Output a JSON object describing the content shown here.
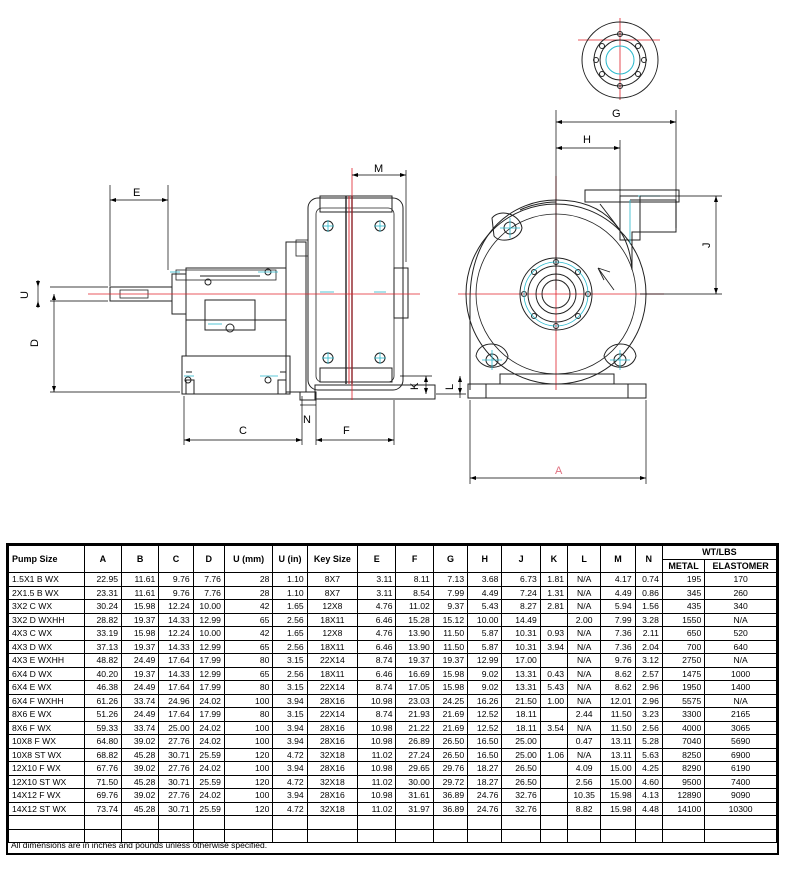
{
  "drawing": {
    "dim_labels": {
      "E": "E",
      "U": "U",
      "D": "D",
      "C": "C",
      "N": "N",
      "F": "F",
      "M": "M",
      "K": "K",
      "L": "L",
      "G": "G",
      "H": "H",
      "J": "J",
      "A": "A"
    },
    "colors": {
      "line": "#222222",
      "center": "#e0202a",
      "accent": "#27b8cc",
      "dim": "#000000",
      "a_label": "#e07080"
    }
  },
  "table": {
    "headers": [
      "Pump Size",
      "A",
      "B",
      "C",
      "D",
      "U (mm)",
      "U (in)",
      "Key Size",
      "E",
      "F",
      "G",
      "H",
      "J",
      "K",
      "L",
      "M",
      "N",
      "WT/LBS"
    ],
    "sub_headers": {
      "metal": "METAL",
      "elastomer": "ELASTOMER"
    },
    "rows": [
      [
        "1.5X1 B WX",
        "22.95",
        "11.61",
        "9.76",
        "7.76",
        "28",
        "1.10",
        "8X7",
        "3.11",
        "8.11",
        "7.13",
        "3.68",
        "6.73",
        "1.81",
        "N/A",
        "4.17",
        "0.74",
        "195",
        "170"
      ],
      [
        "2X1.5 B WX",
        "23.31",
        "11.61",
        "9.76",
        "7.76",
        "28",
        "1.10",
        "8X7",
        "3.11",
        "8.54",
        "7.99",
        "4.49",
        "7.24",
        "1.31",
        "N/A",
        "4.49",
        "0.86",
        "345",
        "260"
      ],
      [
        "3X2 C WX",
        "30.24",
        "15.98",
        "12.24",
        "10.00",
        "42",
        "1.65",
        "12X8",
        "4.76",
        "11.02",
        "9.37",
        "5.43",
        "8.27",
        "2.81",
        "N/A",
        "5.94",
        "1.56",
        "435",
        "340"
      ],
      [
        "3X2 D WXHH",
        "28.82",
        "19.37",
        "14.33",
        "12.99",
        "65",
        "2.56",
        "18X11",
        "6.46",
        "15.28",
        "15.12",
        "10.00",
        "14.49",
        "",
        "2.00",
        "7.99",
        "3.28",
        "1550",
        "N/A"
      ],
      [
        "4X3 C WX",
        "33.19",
        "15.98",
        "12.24",
        "10.00",
        "42",
        "1.65",
        "12X8",
        "4.76",
        "13.90",
        "11.50",
        "5.87",
        "10.31",
        "0.93",
        "N/A",
        "7.36",
        "2.11",
        "650",
        "520"
      ],
      [
        "4X3 D WX",
        "37.13",
        "19.37",
        "14.33",
        "12.99",
        "65",
        "2.56",
        "18X11",
        "6.46",
        "13.90",
        "11.50",
        "5.87",
        "10.31",
        "3.94",
        "N/A",
        "7.36",
        "2.04",
        "700",
        "640"
      ],
      [
        "4X3 E WXHH",
        "48.82",
        "24.49",
        "17.64",
        "17.99",
        "80",
        "3.15",
        "22X14",
        "8.74",
        "19.37",
        "19.37",
        "12.99",
        "17.00",
        "",
        "N/A",
        "9.76",
        "3.12",
        "2750",
        "N/A"
      ],
      [
        "6X4 D WX",
        "40.20",
        "19.37",
        "14.33",
        "12.99",
        "65",
        "2.56",
        "18X11",
        "6.46",
        "16.69",
        "15.98",
        "9.02",
        "13.31",
        "0.43",
        "N/A",
        "8.62",
        "2.57",
        "1475",
        "1000"
      ],
      [
        "6X4 E WX",
        "46.38",
        "24.49",
        "17.64",
        "17.99",
        "80",
        "3.15",
        "22X14",
        "8.74",
        "17.05",
        "15.98",
        "9.02",
        "13.31",
        "5.43",
        "N/A",
        "8.62",
        "2.96",
        "1950",
        "1400"
      ],
      [
        "6X4 F WXHH",
        "61.26",
        "33.74",
        "24.96",
        "24.02",
        "100",
        "3.94",
        "28X16",
        "10.98",
        "23.03",
        "24.25",
        "16.26",
        "21.50",
        "1.00",
        "N/A",
        "12.01",
        "2.96",
        "5575",
        "N/A"
      ],
      [
        "8X6 E WX",
        "51.26",
        "24.49",
        "17.64",
        "17.99",
        "80",
        "3.15",
        "22X14",
        "8.74",
        "21.93",
        "21.69",
        "12.52",
        "18.11",
        "",
        "2.44",
        "11.50",
        "3.23",
        "3300",
        "2165"
      ],
      [
        "8X6 F WX",
        "59.33",
        "33.74",
        "25.00",
        "24.02",
        "100",
        "3.94",
        "28X16",
        "10.98",
        "21.22",
        "21.69",
        "12.52",
        "18.11",
        "3.54",
        "N/A",
        "11.50",
        "2.56",
        "4000",
        "3065"
      ],
      [
        "10X8 F WX",
        "64.80",
        "39.02",
        "27.76",
        "24.02",
        "100",
        "3.94",
        "28X16",
        "10.98",
        "26.89",
        "26.50",
        "16.50",
        "25.00",
        "",
        "0.47",
        "13.11",
        "5.28",
        "7040",
        "5690"
      ],
      [
        "10X8 ST WX",
        "68.82",
        "45.28",
        "30.71",
        "25.59",
        "120",
        "4.72",
        "32X18",
        "11.02",
        "27.24",
        "26.50",
        "16.50",
        "25.00",
        "1.06",
        "N/A",
        "13.11",
        "5.63",
        "8250",
        "6900"
      ],
      [
        "12X10 F WX",
        "67.76",
        "39.02",
        "27.76",
        "24.02",
        "100",
        "3.94",
        "28X16",
        "10.98",
        "29.65",
        "29.76",
        "18.27",
        "26.50",
        "",
        "4.09",
        "15.00",
        "4.25",
        "8290",
        "6190"
      ],
      [
        "12X10 ST WX",
        "71.50",
        "45.28",
        "30.71",
        "25.59",
        "120",
        "4.72",
        "32X18",
        "11.02",
        "30.00",
        "29.72",
        "18.27",
        "26.50",
        "",
        "2.56",
        "15.00",
        "4.60",
        "9500",
        "7400"
      ],
      [
        "14X12 F WX",
        "69.76",
        "39.02",
        "27.76",
        "24.02",
        "100",
        "3.94",
        "28X16",
        "10.98",
        "31.61",
        "36.89",
        "24.76",
        "32.76",
        "",
        "10.35",
        "15.98",
        "4.13",
        "12890",
        "9090"
      ],
      [
        "14X12 ST WX",
        "73.74",
        "45.28",
        "30.71",
        "25.59",
        "120",
        "4.72",
        "32X18",
        "11.02",
        "31.97",
        "36.89",
        "24.76",
        "32.76",
        "",
        "8.82",
        "15.98",
        "4.48",
        "14100",
        "10300"
      ]
    ],
    "footnote": "All dimensions are in inches and pounds unless otherwise specified."
  }
}
